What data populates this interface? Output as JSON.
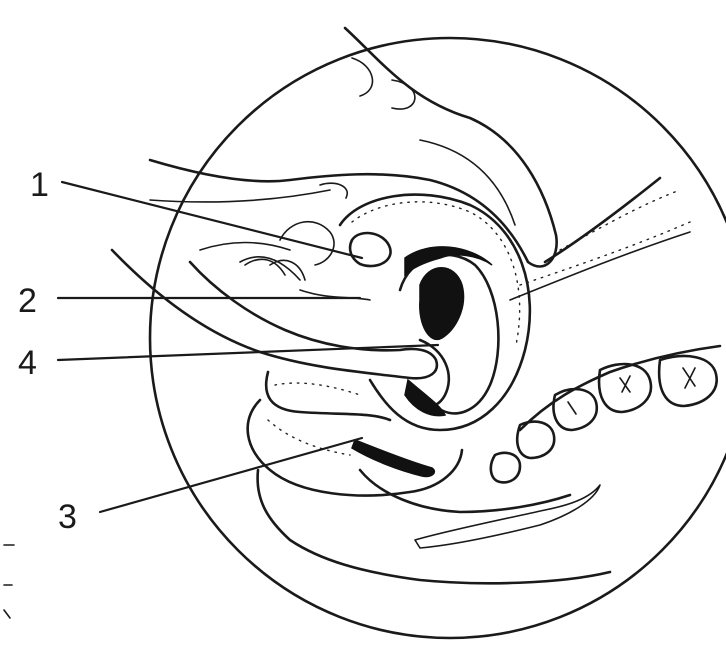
{
  "labels": {
    "label_1": "1",
    "label_2": "2",
    "label_3": "3",
    "label_4": "4"
  },
  "colors": {
    "ink": "#1a1a1a",
    "background": "#ffffff"
  }
}
